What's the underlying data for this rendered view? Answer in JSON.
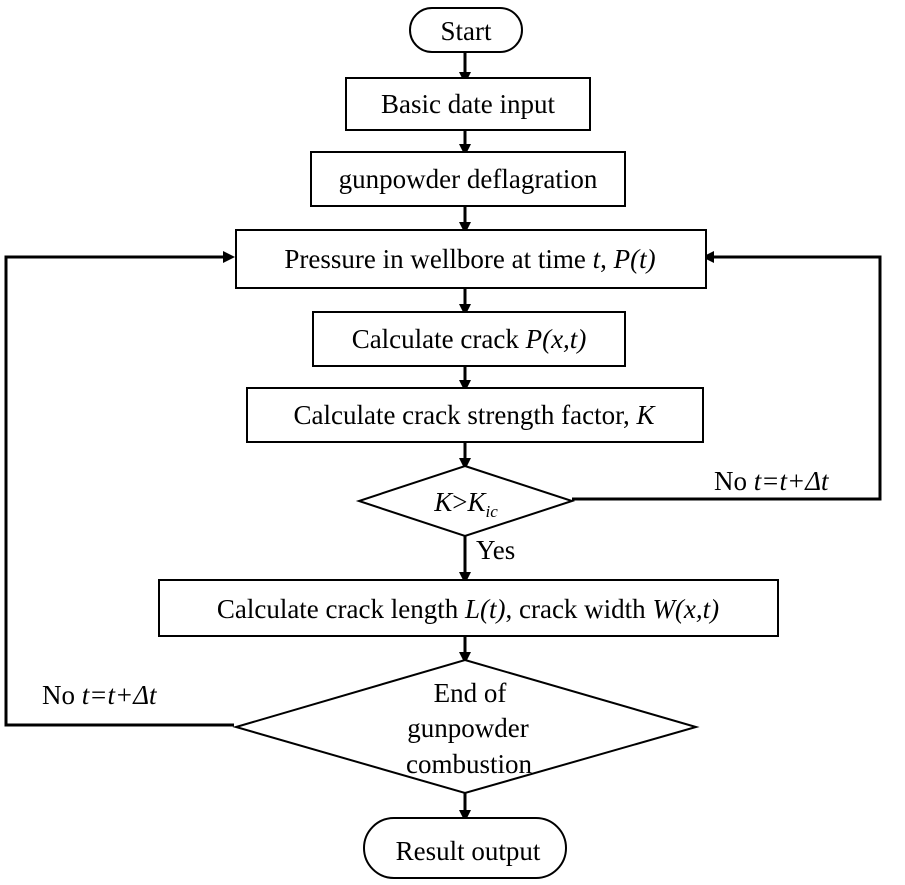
{
  "nodes": {
    "start": "Start",
    "input": "Basic date input",
    "deflagration": "gunpowder deflagration",
    "pressure": {
      "text": "Pressure in wellbore at time ",
      "t": "t",
      "sep": ", ",
      "func": "P(t)"
    },
    "crack_pressure": {
      "text": "Calculate crack ",
      "func": "P(x,t)"
    },
    "strength": {
      "text": "Calculate crack strength factor, ",
      "var": "K"
    },
    "decision1": {
      "lhs": "K",
      "op": ">",
      "rhs": "K",
      "sub": "ic"
    },
    "length_width": {
      "text1": "Calculate crack length ",
      "func1": "L(t)",
      "text2": ", crack width ",
      "func2": "W(x,t)"
    },
    "decision2": {
      "line1": "End of",
      "line2": "gunpowder",
      "line3": "combustion"
    },
    "result": "Result output"
  },
  "edges": {
    "yes": "Yes",
    "no_right": {
      "no": "No ",
      "expr": "t=t+Δt"
    },
    "no_left": {
      "no": "No ",
      "expr": "t=t+Δt"
    }
  }
}
